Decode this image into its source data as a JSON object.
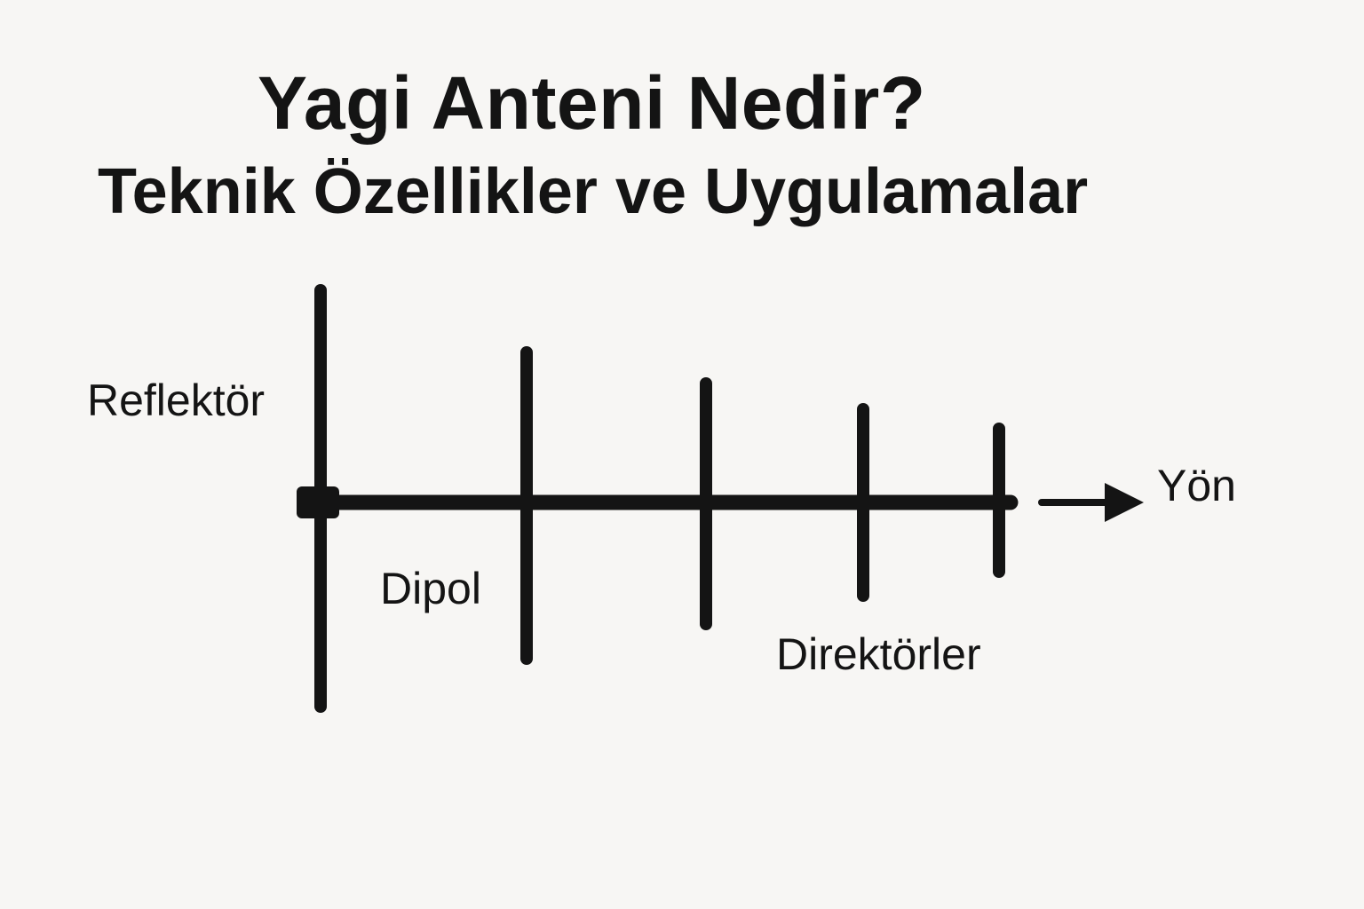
{
  "header": {
    "title": "Yagi Anteni Nedir?",
    "subtitle": "Teknik Özellikler ve Uygulamalar"
  },
  "diagram": {
    "labels": {
      "reflector": "Reflektör",
      "dipole": "Dipol",
      "directors": "Direktörler",
      "direction": "Yön"
    },
    "colors": {
      "stroke": "#141414",
      "background": "#f7f6f4"
    },
    "icons": {
      "direction_arrow": "arrow-right-icon"
    }
  }
}
